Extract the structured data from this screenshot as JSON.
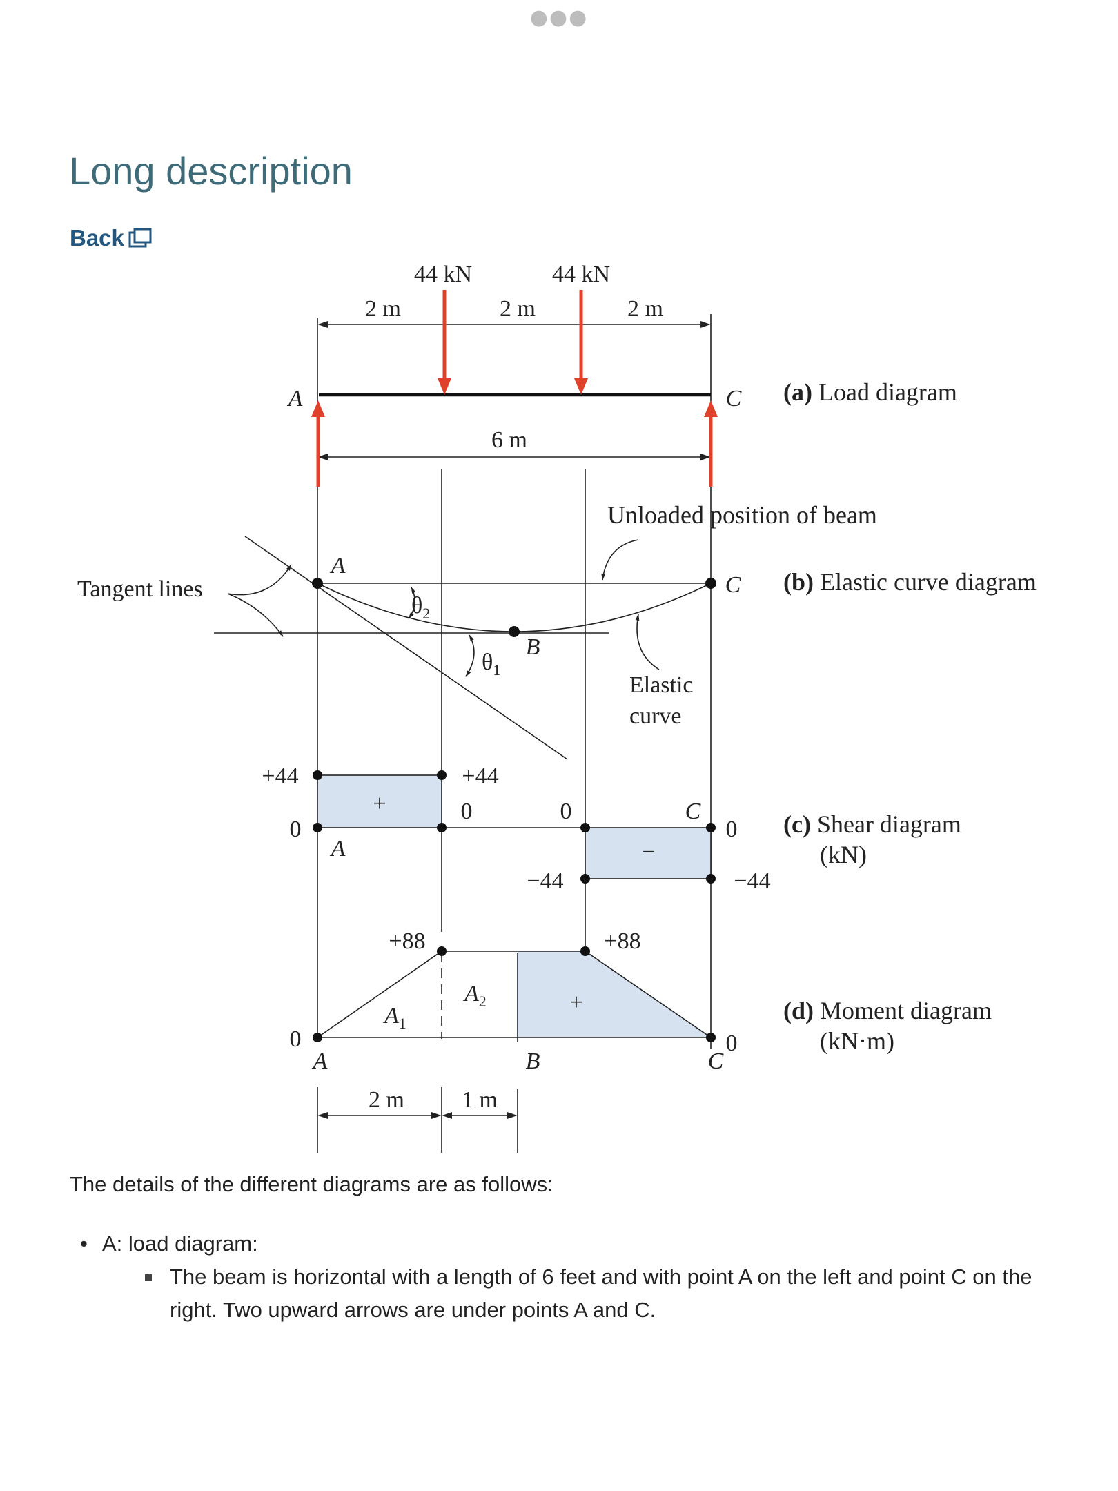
{
  "page": {
    "title": "Long description",
    "back_label": "Back",
    "back_icon": "external-window-icon",
    "colors": {
      "title": "#3f6b78",
      "link": "#24577f",
      "load_arrow": "#e0412b",
      "region_fill": "#d6e2f0"
    }
  },
  "figure": {
    "load": {
      "force_left": "44 kN",
      "force_right": "44 kN",
      "span_1": "2 m",
      "span_2": "2 m",
      "span_3": "2 m",
      "span_total": "6 m",
      "point_a": "A",
      "point_c": "C",
      "caption_bold": "(a)",
      "caption_text": "Load diagram"
    },
    "elastic": {
      "unloaded_label": "Unloaded position of beam",
      "tangent_lines": "Tangent lines",
      "point_a": "A",
      "point_b": "B",
      "point_c": "C",
      "theta2": "θ",
      "theta2_sub": "2",
      "theta1": "θ",
      "theta1_sub": "1",
      "curve_line1": "Elastic",
      "curve_line2": "curve",
      "caption_bold": "(b)",
      "caption_text": "Elastic curve diagram"
    },
    "shear": {
      "left_top": "+44",
      "left_zero": "0",
      "point_a": "A",
      "plus": "+",
      "mid_top": "+44",
      "mid_zero": "0",
      "right_zero_top": "0",
      "neg_value": "−44",
      "minus": "−",
      "point_c": "C",
      "end_zero": "0",
      "end_neg": "−44",
      "caption_bold": "(c)",
      "caption_text": "Shear diagram",
      "caption_unit": "(kN)"
    },
    "moment": {
      "left_peak": "+88",
      "right_peak": "+88",
      "left_zero": "0",
      "point_a": "A",
      "area_1": "A",
      "area_1_sub": "1",
      "area_2": "A",
      "area_2_sub": "2",
      "plus": "+",
      "point_b": "B",
      "point_c": "C",
      "end_zero": "0",
      "dim_1": "2 m",
      "dim_2": "1 m",
      "caption_bold": "(d)",
      "caption_text": "Moment diagram",
      "caption_unit": "(kN·m)"
    }
  },
  "details": {
    "intro": "The details of the different diagrams are as follows:",
    "items": [
      {
        "label": "A: load diagram:",
        "sub": [
          "The beam is horizontal with a length of 6 feet and with point A on the left and point C on the right. Two upward arrows are under points A and C."
        ]
      }
    ]
  }
}
